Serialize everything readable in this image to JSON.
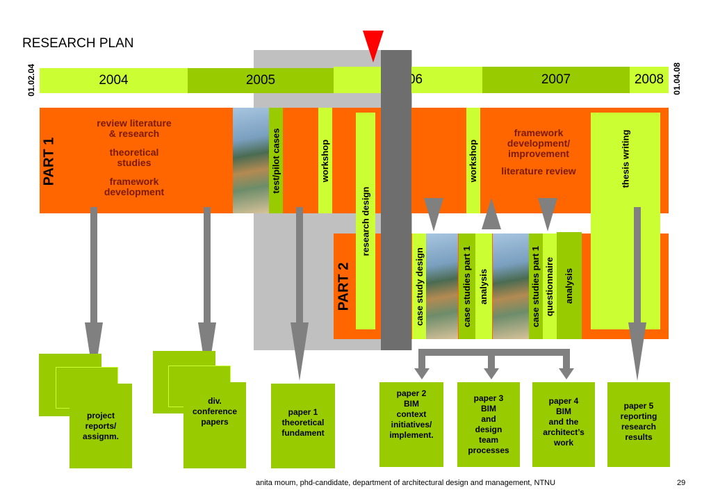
{
  "title": "RESEARCH PLAN",
  "dates": {
    "start": "01.02.04",
    "end": "01.04.08"
  },
  "years": [
    "2004",
    "2005",
    "2006",
    "2007",
    "2008"
  ],
  "part1": {
    "label": "PART 1",
    "block1": [
      "review literature",
      "& research",
      "theoretical",
      "studies",
      "framework",
      "development"
    ],
    "test_pilot": "test/pilot cases",
    "workshop1": "workshop",
    "research_design": "research design",
    "workshop2": "workshop",
    "block2": [
      "framework",
      "development/",
      "improvement",
      "literature review"
    ],
    "thesis": "thesis writing"
  },
  "part2": {
    "label": "PART 2",
    "case_study_design": "case study design",
    "case_studies_1": "case studies part 1",
    "analysis_1": "analysis",
    "case_studies_2": "case studies part 1",
    "questionnaire": "questionnaire",
    "analysis_2": "analysis"
  },
  "outputs": {
    "project_reports": [
      "project",
      "reports/",
      "assignm."
    ],
    "conference": [
      "div.",
      "conference",
      "papers"
    ],
    "paper1": [
      "paper 1",
      "theoretical",
      "fundament"
    ],
    "paper2": [
      "paper 2",
      "BIM",
      "context",
      "initiatives/",
      "implement."
    ],
    "paper3": [
      "paper 3",
      "BIM",
      "and",
      "design",
      "team",
      "processes"
    ],
    "paper4": [
      "paper 4",
      "BIM",
      "and the",
      "architect’s",
      "work"
    ],
    "paper5": [
      "paper 5",
      "reporting",
      "research",
      "results"
    ]
  },
  "footer": {
    "text": "anita moum, phd-candidate, department of architectural design and management, NTNU",
    "page": "29"
  },
  "colors": {
    "orange": "#ff6600",
    "light_green": "#ccff33",
    "mid_green": "#99cc00",
    "gray_arrow": "#808080",
    "now_marker": "#ff0000"
  }
}
